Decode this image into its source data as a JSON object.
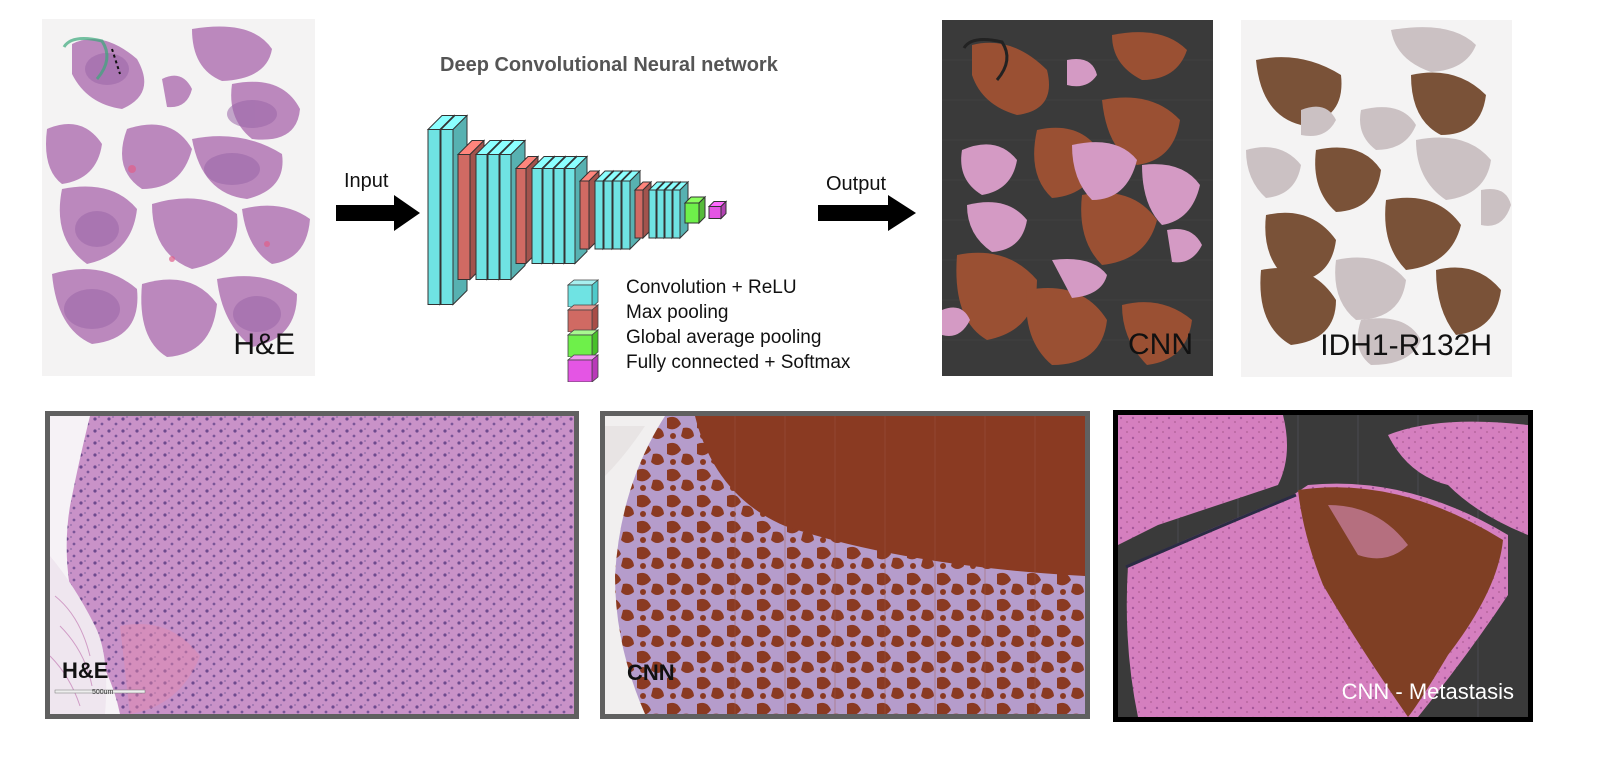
{
  "top": {
    "he_label": "H&E",
    "diagram_title": "Deep Convolutional Neural network",
    "input_label": "Input",
    "output_label": "Output",
    "cnn_label": "CNN",
    "idh_label": "IDH1-R132H"
  },
  "legend": {
    "items": [
      {
        "label": "Convolution + ReLU",
        "color": "#6fe3e3"
      },
      {
        "label": "Max pooling",
        "color": "#d06a63"
      },
      {
        "label": "Global average pooling",
        "color": "#6ef04a"
      },
      {
        "label": "Fully connected + Softmax",
        "color": "#e455e4"
      }
    ]
  },
  "bottom": {
    "he_label": "H&E",
    "scale_label": "500um",
    "cnn_label": "CNN",
    "metastasis_label": "CNN - Metastasis"
  },
  "colors": {
    "conv": "#6fe3e3",
    "pool": "#d06a63",
    "gap": "#6ef04a",
    "fc": "#e455e4",
    "he_pink": "#c98bc6",
    "he_purple": "#9f6fad",
    "tumor_brown": "#8a4a30",
    "dark_bg": "#3b3b3b",
    "ihc_brown": "#7a5238",
    "ihc_gray": "#cfc6c8"
  }
}
